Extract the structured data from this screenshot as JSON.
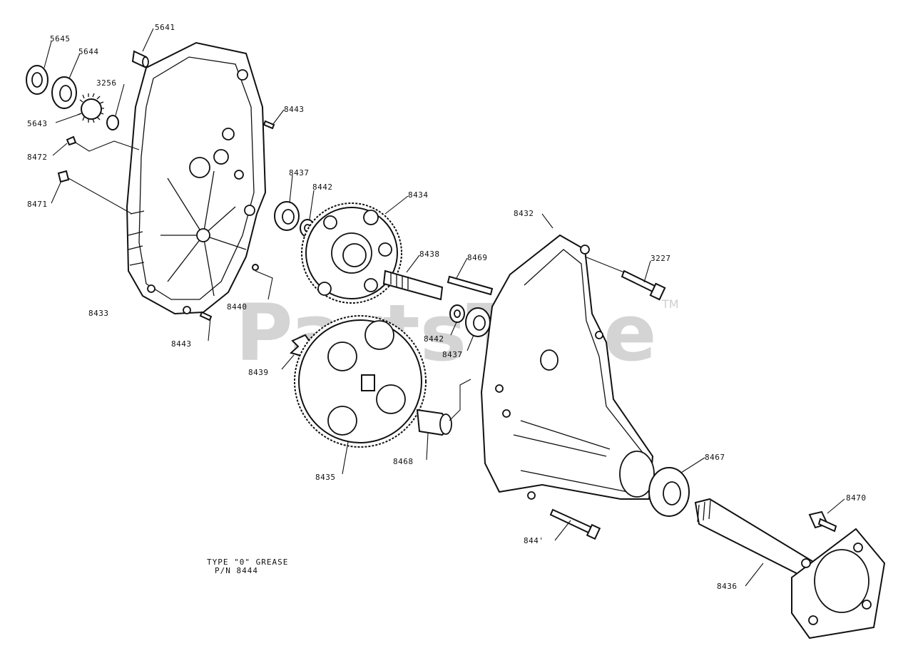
{
  "watermark": {
    "brand": "PartsTree",
    "trademark": "TM"
  },
  "note": {
    "line1": "TYPE \"0\" GREASE",
    "line2": "P/N 8444"
  },
  "labels": {
    "p5641": "5641",
    "p5645": "5645",
    "p5644": "5644",
    "p3256": "3256",
    "p5643": "5643",
    "p8443_top": "8443",
    "p8472": "8472",
    "p8437_top": "8437",
    "p8442_top": "8442",
    "p8434": "8434",
    "p8471": "8471",
    "p8432": "8432",
    "p8438": "8438",
    "p8469": "8469",
    "p3227": "3227",
    "p8433": "8433",
    "p8440": "8440",
    "p8442_bot": "8442",
    "p8437_bot": "8437",
    "p8443_bot": "8443",
    "p8439": "8439",
    "p8468": "8468",
    "p8467": "8467",
    "p8435": "8435",
    "p8470": "8470",
    "p8441": "844'",
    "p8436": "8436"
  }
}
